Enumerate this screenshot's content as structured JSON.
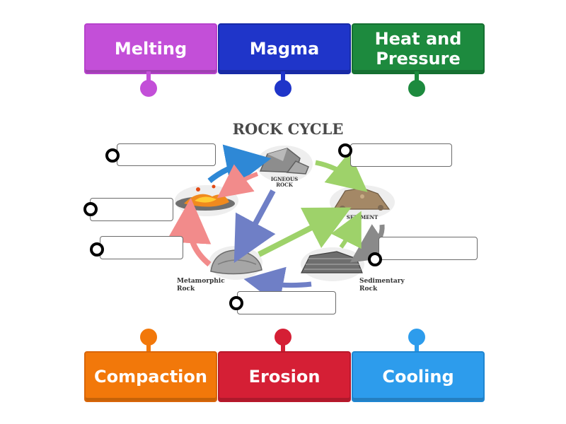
{
  "tiles": {
    "top": [
      {
        "label": "Melting",
        "color": "#c34fd8"
      },
      {
        "label": "Magma",
        "color": "#1f35c9"
      },
      {
        "label": "Heat and\nPressure",
        "color": "#1d8a3e"
      }
    ],
    "bottom": [
      {
        "label": "Compaction",
        "color": "#f2780a"
      },
      {
        "label": "Erosion",
        "color": "#d51f35"
      },
      {
        "label": "Cooling",
        "color": "#2d9cec"
      }
    ]
  },
  "diagram": {
    "title": "ROCK CYCLE",
    "nodes": {
      "igneous_line1": "IGNEOUS",
      "igneous_line2": "ROCK",
      "sediment": "SEDIMENT",
      "metamorphic_line1": "Metamorphic",
      "metamorphic_line2": "Rock",
      "sedimentary_line1": "Sedimentary",
      "sedimentary_line2": "Rock"
    }
  }
}
